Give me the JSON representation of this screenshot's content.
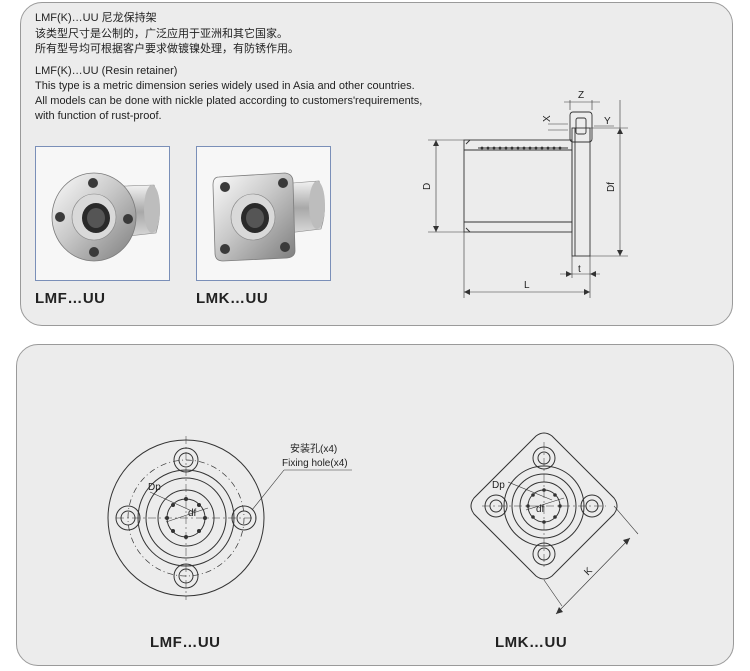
{
  "description": {
    "title_cn": "LMF(K)…UU 尼龙保持架",
    "line1_cn": "该类型尺寸是公制的，广泛应用于亚洲和其它国家。",
    "line2_cn": "所有型号均可根据客户要求做镀镍处理，有防锈作用。",
    "title_en": "LMF(K)…UU (Resin retainer)",
    "line1_en": "This type is a metric dimension series widely used in Asia and other countries.",
    "line2_en": "All models can be done with nickle plated according to customers'requirements,",
    "line3_en": "with function of rust-proof."
  },
  "photos": {
    "lmf_caption": "LMF…UU",
    "lmk_caption": "LMK…UU"
  },
  "side_drawing": {
    "label_D": "D",
    "label_Df": "Df",
    "label_L": "L",
    "label_t": "t",
    "label_Z": "Z",
    "label_X": "X",
    "label_Y": "Y"
  },
  "front_views": {
    "hole_label_cn": "安装孔(x4)",
    "hole_label_en": "Fixing hole(x4)",
    "label_Dp_round": "Dp",
    "label_df_round": "df",
    "label_Dp_square": "Dp",
    "label_df_square": "df",
    "label_K": "K",
    "lmf_caption": "LMF…UU",
    "lmk_caption": "LMK…UU"
  },
  "colors": {
    "panel_bg": "#ececec",
    "panel_border": "#9a9a9a",
    "photo_border": "#7a8fb8",
    "line": "#333333"
  }
}
